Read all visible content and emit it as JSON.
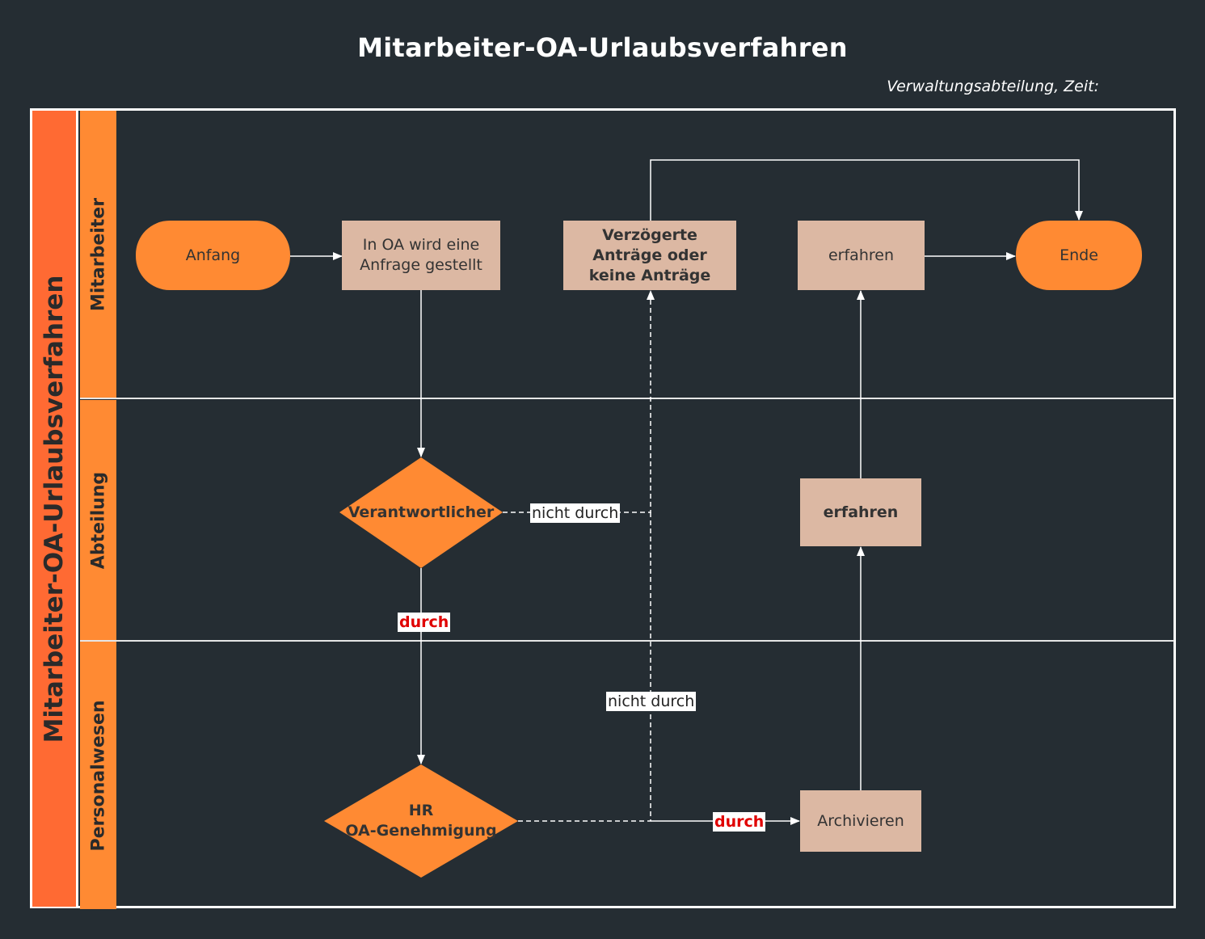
{
  "title": "Mitarbeiter-OA-Urlaubsverfahren",
  "subtitle": "Verwaltungsabteilung, Zeit:",
  "pool": {
    "label": "Mitarbeiter-OA-Urlaubsverfahren"
  },
  "lanes": [
    {
      "label": "Mitarbeiter"
    },
    {
      "label": "Abteilung"
    },
    {
      "label": "Personalwesen"
    }
  ],
  "nodes": {
    "start": "Anfang",
    "request": "In OA wird eine Anfrage gestellt",
    "delayed": "Verzögerte Anträge oder keine Anträge",
    "learn_employee": "erfahren",
    "end": "Ende",
    "responsible": "Verantwortlicher",
    "learn_department": "erfahren",
    "hr_approval_line1": "HR",
    "hr_approval_line2": "OA-Genehmigung",
    "archive": "Archivieren"
  },
  "edge_labels": {
    "responsible_rejected": "nicht durch",
    "responsible_approved": "durch",
    "hr_rejected": "nicht durch",
    "hr_approved": "durch"
  },
  "colors": {
    "background": "#252d33",
    "terminal": "#ff8a33",
    "pool_header": "#ff6a33",
    "process": "#dcb8a3",
    "approved_label": "#e00000"
  }
}
